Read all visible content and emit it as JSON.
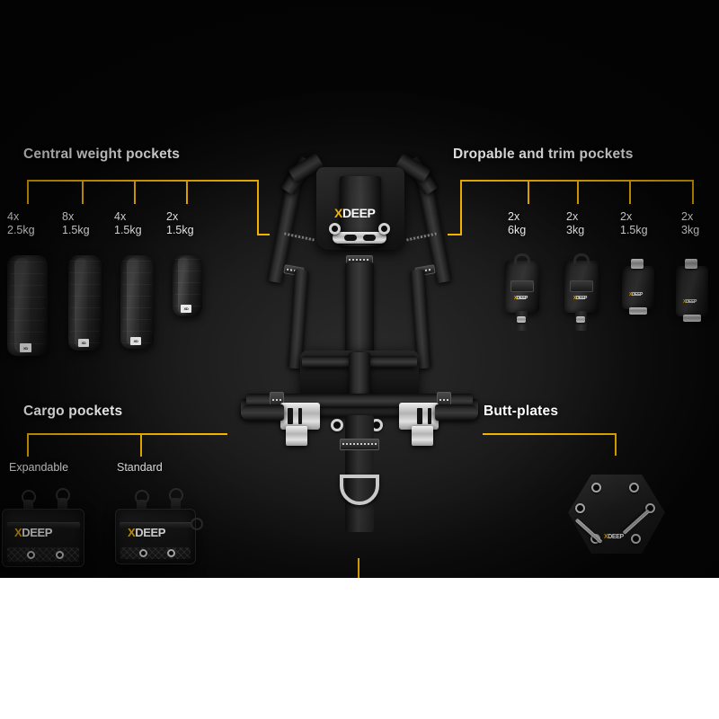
{
  "page": {
    "background": "#ffffff",
    "photo_background": "#0d0d0d",
    "accent_color": "#f5b300",
    "text_color": "#ffffff"
  },
  "sections": {
    "central_weight_pockets": {
      "title": "Central weight pockets",
      "items": [
        {
          "count": "4x",
          "weight": "2.5kg"
        },
        {
          "count": "8x",
          "weight": "1.5kg"
        },
        {
          "count": "4x",
          "weight": "1.5kg"
        },
        {
          "count": "2x",
          "weight": "1.5kg"
        }
      ]
    },
    "dropable_and_trim_pockets": {
      "title": "Dropable and trim pockets",
      "items": [
        {
          "count": "2x",
          "weight": "6kg"
        },
        {
          "count": "2x",
          "weight": "3kg"
        },
        {
          "count": "2x",
          "weight": "1.5kg"
        },
        {
          "count": "2x",
          "weight": "3kg"
        }
      ]
    },
    "cargo_pockets": {
      "title": "Cargo pockets",
      "items": [
        {
          "label": "Expandable"
        },
        {
          "label": "Standard"
        }
      ]
    },
    "butt_plates": {
      "title": "Butt-plates"
    }
  },
  "brand": {
    "mark_x": "X",
    "mark_name": "DEEP",
    "tag_text": "XD"
  },
  "icons": {
    "harness": "dive-harness-icon",
    "weight_pocket": "weight-pocket-icon",
    "trim_pocket": "trim-pocket-icon",
    "cargo_pocket": "cargo-pocket-icon",
    "butt_plate": "butt-plate-icon"
  }
}
